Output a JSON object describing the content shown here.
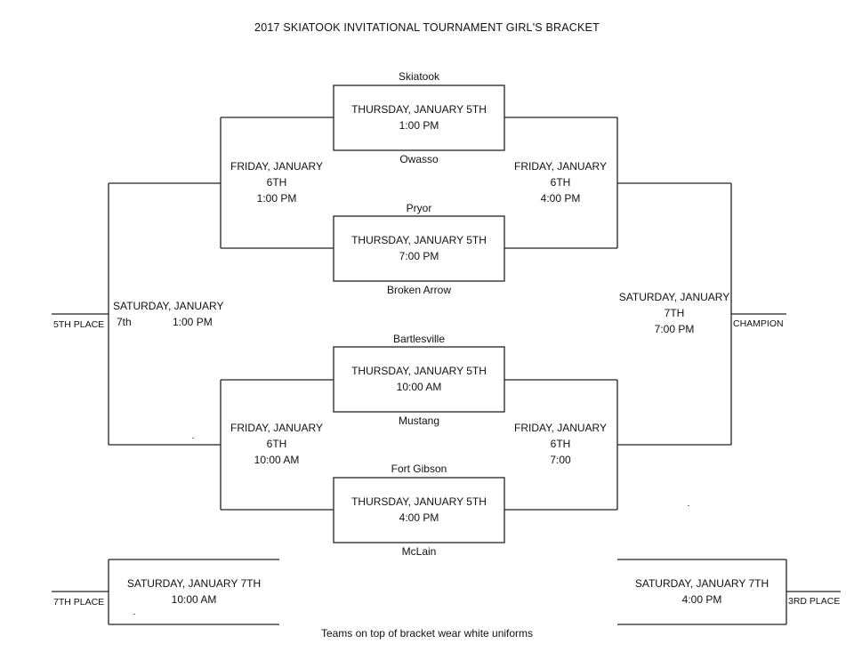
{
  "title": "2017  SKIATOOK INVITATIONAL TOURNAMENT  GIRL'S BRACKET",
  "footer": "Teams on top of bracket wear white uniforms",
  "teams": [
    "Skiatook",
    "Owasso",
    "Pryor",
    "Broken Arrow",
    "Bartlesville",
    "Mustang",
    "Fort Gibson",
    "McLain"
  ],
  "places": {
    "fifth": "5TH PLACE",
    "champion": "CHAMPION",
    "seventh": "7TH PLACE",
    "third": "3RD PLACE"
  },
  "games": {
    "thu1": [
      "THURSDAY, JANUARY  5TH",
      "1:00 PM"
    ],
    "thu2": [
      "THURSDAY, JANUARY 5TH",
      "7:00 PM"
    ],
    "thu3": [
      "THURSDAY, JANUARY 5TH",
      "10:00 AM"
    ],
    "thu4": [
      "THURSDAY, JANUARY 5TH",
      "4:00 PM"
    ],
    "fri_top_left": [
      "FRIDAY, JANUARY",
      "6TH",
      "1:00 PM"
    ],
    "fri_top_right": [
      "FRIDAY, JANUARY",
      "6TH",
      "4:00 PM"
    ],
    "fri_bot_left": [
      "FRIDAY, JANUARY",
      "6TH",
      "10:00 AM"
    ],
    "fri_bot_right": [
      "FRIDAY, JANUARY",
      "6TH",
      "7:00"
    ],
    "sat_fifth": [
      "SATURDAY, JANUARY",
      "7th",
      "1:00 PM"
    ],
    "sat_champ": [
      "SATURDAY, JANUARY",
      "7TH",
      "7:00 PM"
    ],
    "sat_seventh": [
      "SATURDAY, JANUARY 7TH",
      "10:00 AM"
    ],
    "sat_third": [
      "SATURDAY, JANUARY 7TH",
      "4:00 PM"
    ]
  }
}
